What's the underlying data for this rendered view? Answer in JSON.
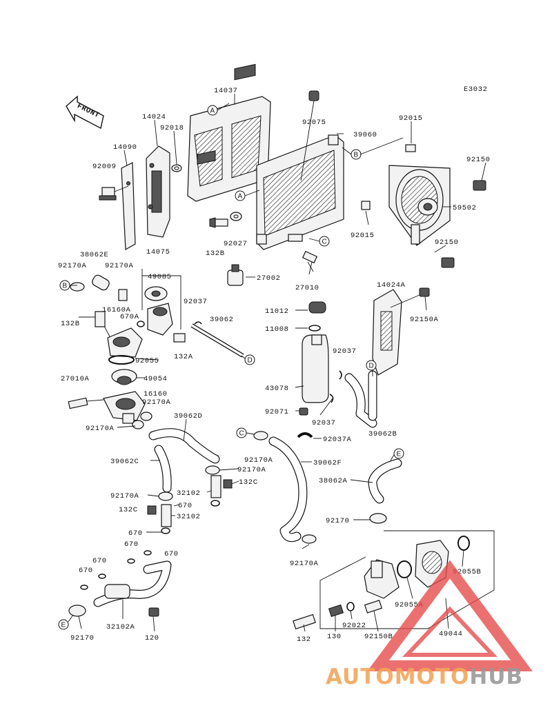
{
  "diagram_code": "E3032",
  "front_label": "FRONT",
  "parts": [
    {
      "id": "p14037",
      "text": "14037"
    },
    {
      "id": "p14024",
      "text": "14024"
    },
    {
      "id": "p92018",
      "text": "92018"
    },
    {
      "id": "p14090",
      "text": "14090"
    },
    {
      "id": "p92009",
      "text": "92009"
    },
    {
      "id": "p92075",
      "text": "92075"
    },
    {
      "id": "p39060",
      "text": "39060"
    },
    {
      "id": "p92015a",
      "text": "92015"
    },
    {
      "id": "p92150a",
      "text": "92150"
    },
    {
      "id": "p59502",
      "text": "59502"
    },
    {
      "id": "p92015b",
      "text": "92015"
    },
    {
      "id": "p92150b",
      "text": "92150"
    },
    {
      "id": "p132B",
      "text": "132B"
    },
    {
      "id": "p92027",
      "text": "92027"
    },
    {
      "id": "p27002",
      "text": "27002"
    },
    {
      "id": "p27010",
      "text": "27010"
    },
    {
      "id": "p38062E",
      "text": "38062E"
    },
    {
      "id": "p14075",
      "text": "14075"
    },
    {
      "id": "p92170Aa",
      "text": "92170A"
    },
    {
      "id": "p92170Ab",
      "text": "92170A"
    },
    {
      "id": "p49085",
      "text": "49085"
    },
    {
      "id": "p16160A",
      "text": "16160A"
    },
    {
      "id": "p92037a",
      "text": "92037"
    },
    {
      "id": "p39062",
      "text": "39062"
    },
    {
      "id": "p670a",
      "text": "670A"
    },
    {
      "id": "p132Bb",
      "text": "132B"
    },
    {
      "id": "p132A",
      "text": "132A"
    },
    {
      "id": "p92055",
      "text": "92055"
    },
    {
      "id": "p14024A",
      "text": "14024A"
    },
    {
      "id": "p92150A",
      "text": "92150A"
    },
    {
      "id": "p11012",
      "text": "11012"
    },
    {
      "id": "p11008",
      "text": "11008"
    },
    {
      "id": "p92037b",
      "text": "92037"
    },
    {
      "id": "p43078",
      "text": "43078"
    },
    {
      "id": "p92071",
      "text": "92071"
    },
    {
      "id": "p92037c",
      "text": "92037"
    },
    {
      "id": "p39062B",
      "text": "39062B"
    },
    {
      "id": "p27010A",
      "text": "27010A"
    },
    {
      "id": "p49054",
      "text": "49054"
    },
    {
      "id": "p16160",
      "text": "16160"
    },
    {
      "id": "p92170Ac",
      "text": "92170A"
    },
    {
      "id": "p92170Ad",
      "text": "92170A"
    },
    {
      "id": "p39062D",
      "text": "39062D"
    },
    {
      "id": "p39062C",
      "text": "39062C"
    },
    {
      "id": "p92170Ae",
      "text": "92170A"
    },
    {
      "id": "p92170Af",
      "text": "92170A"
    },
    {
      "id": "p92037A",
      "text": "92037A"
    },
    {
      "id": "p39062F",
      "text": "39062F"
    },
    {
      "id": "p132C",
      "text": "132C"
    },
    {
      "id": "p92170Ag",
      "text": "92170A"
    },
    {
      "id": "p32102a",
      "text": "32102"
    },
    {
      "id": "p132Cb",
      "text": "132C"
    },
    {
      "id": "p670b",
      "text": "670"
    },
    {
      "id": "p32102b",
      "text": "32102"
    },
    {
      "id": "p670c",
      "text": "670"
    },
    {
      "id": "p38062A",
      "text": "38062A"
    },
    {
      "id": "p92170a",
      "text": "92170"
    },
    {
      "id": "p670d",
      "text": "670"
    },
    {
      "id": "p670e",
      "text": "670"
    },
    {
      "id": "p670f",
      "text": "670"
    },
    {
      "id": "p670g",
      "text": "670"
    },
    {
      "id": "p92170Ah",
      "text": "92170A"
    },
    {
      "id": "p92055B",
      "text": "92055B"
    },
    {
      "id": "p92055A",
      "text": "92055A"
    },
    {
      "id": "p32102A",
      "text": "32102A"
    },
    {
      "id": "p92170b",
      "text": "92170"
    },
    {
      "id": "p120",
      "text": "120"
    },
    {
      "id": "p132",
      "text": "132"
    },
    {
      "id": "p130",
      "text": "130"
    },
    {
      "id": "p92022",
      "text": "92022"
    },
    {
      "id": "p92150B",
      "text": "92150B"
    },
    {
      "id": "p49044",
      "text": "49044"
    }
  ],
  "refs": [
    {
      "id": "rA1",
      "text": "A"
    },
    {
      "id": "rA2",
      "text": "A"
    },
    {
      "id": "rB1",
      "text": "B"
    },
    {
      "id": "rB2",
      "text": "B"
    },
    {
      "id": "rC1",
      "text": "C"
    },
    {
      "id": "rC2",
      "text": "C"
    },
    {
      "id": "rD1",
      "text": "D"
    },
    {
      "id": "rD2",
      "text": "D"
    },
    {
      "id": "rE1",
      "text": "E"
    },
    {
      "id": "rE2",
      "text": "E"
    }
  ],
  "watermark": {
    "part1": "AUTOMOTO",
    "part2": "HUB",
    "color1": "#f2a65a",
    "color2": "#9a9a9a",
    "triangle_color": "#e64a4a"
  }
}
